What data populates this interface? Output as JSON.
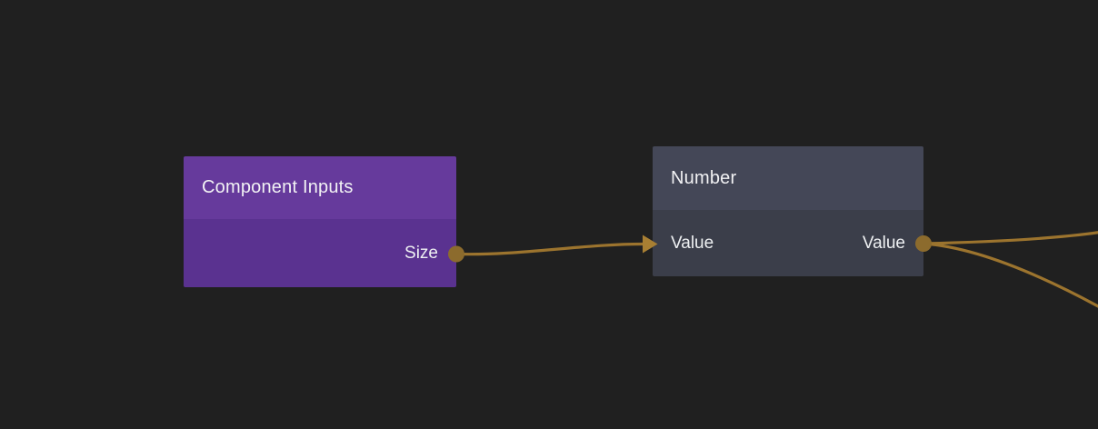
{
  "canvas": {
    "background_color": "#202020",
    "wire_color": "#9c742e",
    "port_color": "#8c6b2d",
    "arrow_color": "#a87f33"
  },
  "nodes": {
    "component_inputs": {
      "title": "Component Inputs",
      "header_color": "#663a9c",
      "body_color": "#5a3290",
      "outputs": [
        {
          "label": "Size"
        }
      ]
    },
    "number": {
      "title": "Number",
      "header_color": "#444757",
      "body_color": "#3b3e4a",
      "inputs": [
        {
          "label": "Value"
        }
      ],
      "outputs": [
        {
          "label": "Value"
        }
      ]
    }
  },
  "connections": [
    {
      "from": "Component Inputs / Size",
      "to": "Number / Value"
    },
    {
      "from": "Number / Value",
      "to": "offscreen-right-upper"
    },
    {
      "from": "Number / Value",
      "to": "offscreen-right-lower"
    }
  ]
}
